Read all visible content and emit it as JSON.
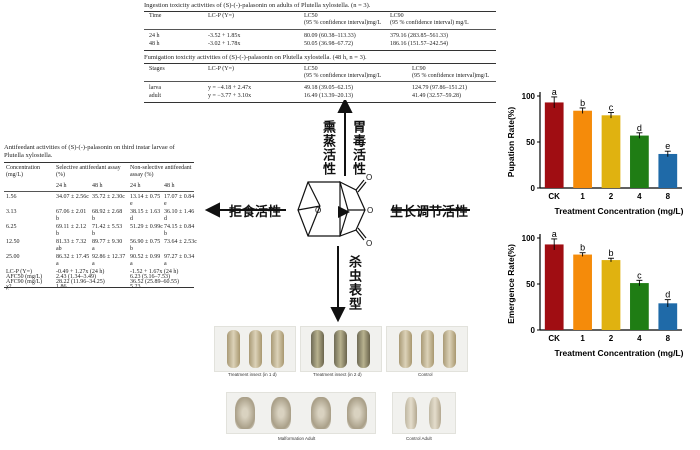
{
  "ingestion_table": {
    "caption": "Ingestion toxicity activities of (S)-(-)-palasonin on adults of Plutella xylostella. (n = 3).",
    "headers": [
      "Time",
      "LC-P (Y=)",
      "LC50",
      "LC90"
    ],
    "subheaders": [
      "",
      "",
      "(95 % confidence interval)mg/L",
      "(95 % confidence interval) mg/L"
    ],
    "rows": [
      [
        "24 h",
        "-3.52 + 1.85x",
        "80.09 (60.38–113.33)",
        "379.16 (283.85–561.33)"
      ],
      [
        "48 h",
        "-3.02 + 1.78x",
        "50.05 (36.98–67.72)",
        "186.16 (151.57–242.54)"
      ]
    ]
  },
  "fumigation_table": {
    "caption": "Fumigation toxicity activities of (S)-(-)-palasonin on Plutella xylostella. (48 h, n = 3).",
    "headers": [
      "Stages",
      "LC-P (Y=)",
      "LC50",
      "LC90"
    ],
    "subheaders": [
      "",
      "",
      "(95 % confidence interval)mg/L",
      "(95 % confidence interval)mg/L"
    ],
    "rows": [
      [
        "larva",
        "y = −4.18 + 2.47x",
        "49.18 (39.05–62.15)",
        "124.79 (97.86–151.21)"
      ],
      [
        "adult",
        "y = −3.77 + 3.10x",
        "16.49 (13.39–20.13)",
        "41.49 (32.57–59.28)"
      ]
    ]
  },
  "antifeedant_table": {
    "caption": "Antifeedant activities of (S)-(-)-palasonin on third instar larvae of Plutella xylostella.",
    "headers": [
      "Concentration (mg/L)",
      "Selective antifeedant assay (%)",
      "Non-selective antifeedant assay (%)"
    ],
    "subheaders": [
      "",
      "24 h",
      "48 h",
      "24 h",
      "48 h"
    ],
    "rows": [
      [
        "1.56",
        "34.07 ± 2.56c",
        "35.72 ± 2.30c",
        "13.14 ± 0.75 e",
        "17.07 ± 0.84 e"
      ],
      [
        "3.13",
        "67.06 ± 2.01 b",
        "68.92 ± 2.68 b",
        "38.15 ± 1.63 d",
        "36.10 ± 1.46 d"
      ],
      [
        "6.25",
        "69.11 ± 2.12 b",
        "71.42 ± 5.53 b",
        "51.29 ± 0.99c",
        "74.15 ± 0.84 b"
      ],
      [
        "12.50",
        "81.33 ± 7.32 ab",
        "89.77 ± 9.30 a",
        "56.90 ± 0.75 b",
        "73.64 ± 2.53c"
      ],
      [
        "25.00",
        "86.32 ± 17.45 a",
        "92.86 ± 12.37 a",
        "90.52 ± 0.99 a",
        "97.27 ± 0.34 a"
      ],
      [
        "LC-P (Y=)",
        "-0.49 + 1.27x (24 h)",
        "",
        "-1.52 + 1.67x (24 h)",
        ""
      ],
      [
        "AFC50 (mg/L)",
        "2.43 (1.34–3.49)",
        "",
        "6.23 (5.16–7.53)",
        ""
      ],
      [
        "AFC90 (mg/L)",
        "28.22 (11.96–34.25)",
        "",
        "36.52 (25.89–60.55)",
        ""
      ],
      [
        "χ2",
        "1.86",
        "",
        "5.23",
        ""
      ]
    ]
  },
  "labels": {
    "fumigation": "熏蒸活性",
    "stomach": "胃毒活性",
    "antifeedant": "拒食活性",
    "growth": "生长调节活性",
    "insecticidal": "杀虫表型"
  },
  "photos": {
    "treat1": "Treatment insect (in 1 d)",
    "treat2": "Treatment insect (in 2 d)",
    "control": "Control",
    "malformation": "Malformation Adult",
    "control_adult": "Control Adult"
  },
  "chart_data": [
    {
      "type": "bar",
      "categories": [
        "CK",
        "1",
        "2",
        "4",
        "8"
      ],
      "values": [
        93,
        84,
        79,
        57,
        37
      ],
      "errors": [
        6,
        3,
        3,
        3,
        3
      ],
      "letters": [
        "a",
        "b",
        "c",
        "d",
        "e"
      ],
      "colors": [
        "#a00d12",
        "#f58b0a",
        "#e0b210",
        "#1f7d14",
        "#1f6aa8"
      ],
      "ylabel": "Pupation Rate(%)",
      "xlabel": "Treatment Concentration (mg/L)",
      "ylim": [
        0,
        100
      ],
      "yticks": [
        0,
        50,
        100
      ]
    },
    {
      "type": "bar",
      "categories": [
        "CK",
        "1",
        "2",
        "4",
        "8"
      ],
      "values": [
        93,
        82,
        76,
        51,
        29
      ],
      "errors": [
        6,
        2,
        2,
        3,
        4
      ],
      "letters": [
        "a",
        "b",
        "b",
        "c",
        "d"
      ],
      "colors": [
        "#a00d12",
        "#f58b0a",
        "#e0b210",
        "#1f7d14",
        "#1f6aa8"
      ],
      "ylabel": "Emergence Rate(%)",
      "xlabel": "Treatment Concentration (mg/L)",
      "ylim": [
        0,
        100
      ],
      "yticks": [
        0,
        50,
        100
      ]
    }
  ]
}
